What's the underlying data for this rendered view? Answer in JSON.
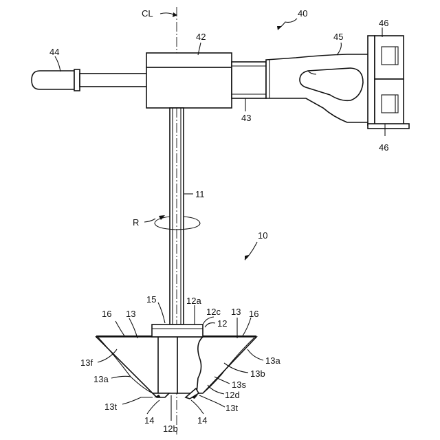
{
  "figure": {
    "labels": {
      "cl": "CL",
      "n40": "40",
      "n42": "42",
      "n45": "45",
      "n46a": "46",
      "n46b": "46",
      "n44": "44",
      "n43": "43",
      "n11": "11",
      "r": "R",
      "n10": "10",
      "n15": "15",
      "n12a": "12a",
      "n12c": "12c",
      "n16l": "16",
      "n13l": "13",
      "n13r": "13",
      "n16r": "16",
      "n12": "12",
      "n13a_r": "13a",
      "n13f": "13f",
      "n13b": "13b",
      "n13a_l": "13a",
      "n13s": "13s",
      "n12d": "12d",
      "n13t_l": "13t",
      "n13t_r": "13t",
      "n14l": "14",
      "n14r": "14",
      "n12b": "12b"
    }
  }
}
